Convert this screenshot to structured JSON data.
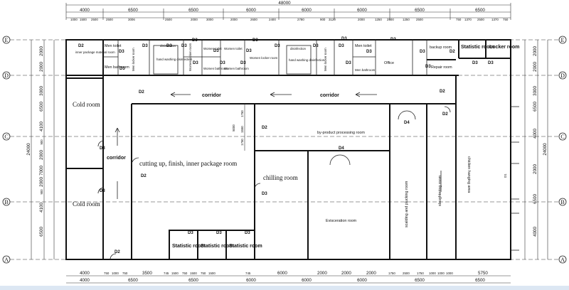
{
  "overall_width": "48000",
  "overall_depth": "24000",
  "axes": {
    "rows": [
      "E",
      "D",
      "C",
      "B",
      "A"
    ]
  },
  "top_dims": {
    "row1": [
      "4000",
      "6500",
      "6500",
      "6000",
      "6000",
      "6000",
      "6500",
      "6500"
    ],
    "row2": [
      "1000",
      "1500",
      "2500",
      "2500",
      "3006",
      "2500",
      "2000",
      "3000",
      "2000",
      "2600",
      "2400",
      "2780",
      "900",
      "3120",
      "2000",
      "1250",
      "2500",
      "1250",
      "2500",
      "750",
      "1370",
      "2500",
      "1370",
      "750"
    ]
  },
  "bottom_dims": {
    "row1": [
      "4000",
      "750",
      "1000",
      "750",
      "3500",
      "745",
      "1500",
      "750",
      "1500",
      "750",
      "1500",
      "745",
      "6000",
      "2000",
      "2000",
      "2000",
      "1750",
      "2500",
      "1750",
      "1000",
      "1000",
      "1000",
      "5750"
    ],
    "row2": [
      "4000",
      "6500",
      "6500",
      "6000",
      "6000",
      "6000",
      "6500",
      "6500"
    ]
  },
  "left_dims": [
    "2000",
    "2000",
    "3000",
    "6500",
    "4100",
    "900",
    "2000",
    "7000",
    "2000",
    "900",
    "4100",
    "6500"
  ],
  "right_dims": [
    "2000",
    "2000",
    "3000",
    "6500",
    "24000",
    "4000",
    "2000",
    "6500",
    "4000"
  ],
  "rooms": {
    "inner_package_material": "inner package material room",
    "men_toilet_left": "Men toilet",
    "men_bathroom": "Men bathroom",
    "men_locker_left": "Men locker room",
    "disinfection_1": "disinfection",
    "hand_washing_1": "hand washing disinfection",
    "women_locker_1": "Women locker room",
    "women_toilet_left": "Women toilet",
    "women_bathroom_left": "Women bathroom",
    "women_toilet_right": "Women toilet",
    "women_bathroom_right": "Women bathroom",
    "women_locker_2": "Women locker room",
    "disinfection_2": "disinfection",
    "hand_washing_2": "hand washing disinfection",
    "men_locker_right": "Men locker room",
    "men_toilet_right": "Men toilet",
    "men_bathroom_right": "Men bathroom",
    "office": "Office",
    "backup": "backup room",
    "statistic_top": "Statistic room",
    "locker_top": "Locker room",
    "repair": "Repair room",
    "corridor_1": "corridor",
    "corridor_2": "corridor",
    "corridor_v": "corridor",
    "cold_room_1": "Cold room",
    "cold_room_2": "Cold room",
    "cutting": "cutting up, finish, inner package room",
    "chilling": "chilling room",
    "byproduct": "by-product processing room",
    "evisceration": "Evisceration room",
    "scalding": "scalding and plucking room",
    "slaughtering": "slaughtering room",
    "chicken_hanging": "chicken hanging area",
    "statistic_1": "Statistic room",
    "statistic_2": "Statistic room",
    "statistic_3": "Statistic room"
  },
  "doors": {
    "d1": "D1",
    "d2": "D2",
    "d3": "D3",
    "d4": "D4"
  },
  "inner_dims": [
    "1750",
    "5000",
    "1550",
    "1750"
  ]
}
